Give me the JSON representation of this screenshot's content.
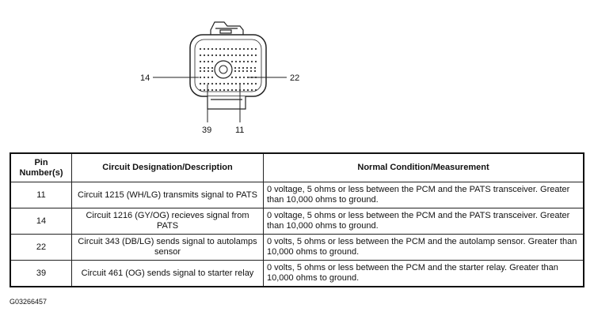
{
  "callouts": {
    "left": "14",
    "right": "22",
    "bottom_left": "39",
    "bottom_right": "11"
  },
  "table": {
    "headers": [
      "Pin Number(s)",
      "Circuit Designation/Description",
      "Normal Condition/Measurement"
    ],
    "rows": [
      {
        "pin": "11",
        "circuit": "Circuit 1215 (WH/LG) transmits signal to PATS",
        "condition": "0 voltage, 5 ohms or less between the PCM and the PATS transceiver. Greater than 10,000 ohms to ground."
      },
      {
        "pin": "14",
        "circuit": "Circuit 1216 (GY/OG) recieves signal from PATS",
        "condition": "0 voltage, 5 ohms or less between the PCM and the PATS transceiver. Greater than 10,000 ohms to ground."
      },
      {
        "pin": "22",
        "circuit": "Circuit 343 (DB/LG) sends signal to autolamps sensor",
        "condition": "0 volts, 5 ohms or less between the PCM and the autolamp sensor. Greater than 10,000 ohms to ground."
      },
      {
        "pin": "39",
        "circuit": "Circuit 461 (OG) sends signal to starter relay",
        "condition": "0 volts, 5 ohms or less between the PCM and the starter relay. Greater than 10,000 ohms to ground."
      }
    ]
  },
  "figure_id": "G03266457"
}
